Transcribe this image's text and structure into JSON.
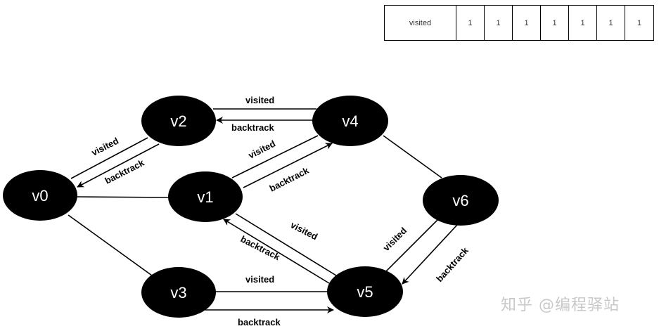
{
  "visited_table": {
    "header": "visited",
    "values": [
      "1",
      "1",
      "1",
      "1",
      "1",
      "1",
      "1"
    ]
  },
  "graph": {
    "nodes": [
      {
        "id": "v0",
        "label": "v0"
      },
      {
        "id": "v1",
        "label": "v1"
      },
      {
        "id": "v2",
        "label": "v2"
      },
      {
        "id": "v3",
        "label": "v3"
      },
      {
        "id": "v4",
        "label": "v4"
      },
      {
        "id": "v5",
        "label": "v5"
      },
      {
        "id": "v6",
        "label": "v6"
      }
    ],
    "edges": [
      {
        "from": "v0",
        "to": "v2",
        "visited_label": "visited",
        "backtrack_label": "backtrack"
      },
      {
        "from": "v2",
        "to": "v4",
        "visited_label": "visited",
        "backtrack_label": "backtrack"
      },
      {
        "from": "v0",
        "to": "v1"
      },
      {
        "from": "v1",
        "to": "v4",
        "visited_label": "visited",
        "backtrack_label": "backtrack"
      },
      {
        "from": "v4",
        "to": "v6"
      },
      {
        "from": "v0",
        "to": "v3"
      },
      {
        "from": "v1",
        "to": "v5",
        "visited_label": "visited",
        "backtrack_label": "backtrack"
      },
      {
        "from": "v3",
        "to": "v5",
        "visited_label": "visited",
        "backtrack_label": "backtrack"
      },
      {
        "from": "v6",
        "to": "v5",
        "visited_label": "visited",
        "backtrack_label": "backtrack"
      }
    ]
  },
  "watermark": "知乎 @编程驿站"
}
